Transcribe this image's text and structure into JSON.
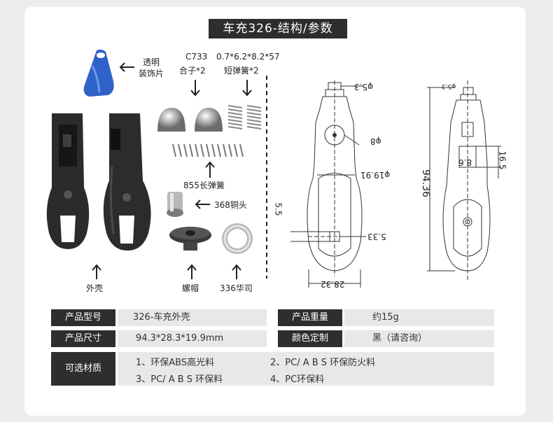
{
  "title": "车充326-结构/参数",
  "parts": {
    "cap_label_line1": "透明",
    "cap_label_line2": "装饰片",
    "alloy_code": "C733",
    "alloy_label": "合子*2",
    "short_spring_code": "0.7*6.2*8.2*57",
    "short_spring_label": "短弹簧*2",
    "long_spring_label": "855长弹簧",
    "copper_head_label": "368铜头",
    "shell_label": "外壳",
    "nut_label": "螺帽",
    "washer_label": "336华司"
  },
  "dimensions": {
    "front_top": "φ5.3",
    "front_hole": "φ8",
    "front_width": "φ19.91",
    "front_left": "5.5",
    "front_bottom_small": "5.33",
    "front_bottom": "28.32",
    "side_top": "φ5.3",
    "side_height": "94.36",
    "side_slot": "8.6",
    "side_slot_h": "16.5"
  },
  "specs": [
    {
      "key": "产品型号",
      "value": "326-车充外壳"
    },
    {
      "key": "产品重量",
      "value": "约15g"
    },
    {
      "key": "产品尺寸",
      "value": "94.3*28.3*19.9mm"
    },
    {
      "key": "颜色定制",
      "value": "黑（请咨询）"
    }
  ],
  "materials": {
    "key": "可选材质",
    "items": [
      "1、环保ABS高光料",
      "2、PC/ A B S 环保防火料",
      "3、PC/ A B S 环保料",
      "4、PC环保料"
    ]
  },
  "colors": {
    "header_bg": "#2d2d2d",
    "value_bg": "#e8e8e8",
    "cap_blue": "#2f62c9"
  }
}
